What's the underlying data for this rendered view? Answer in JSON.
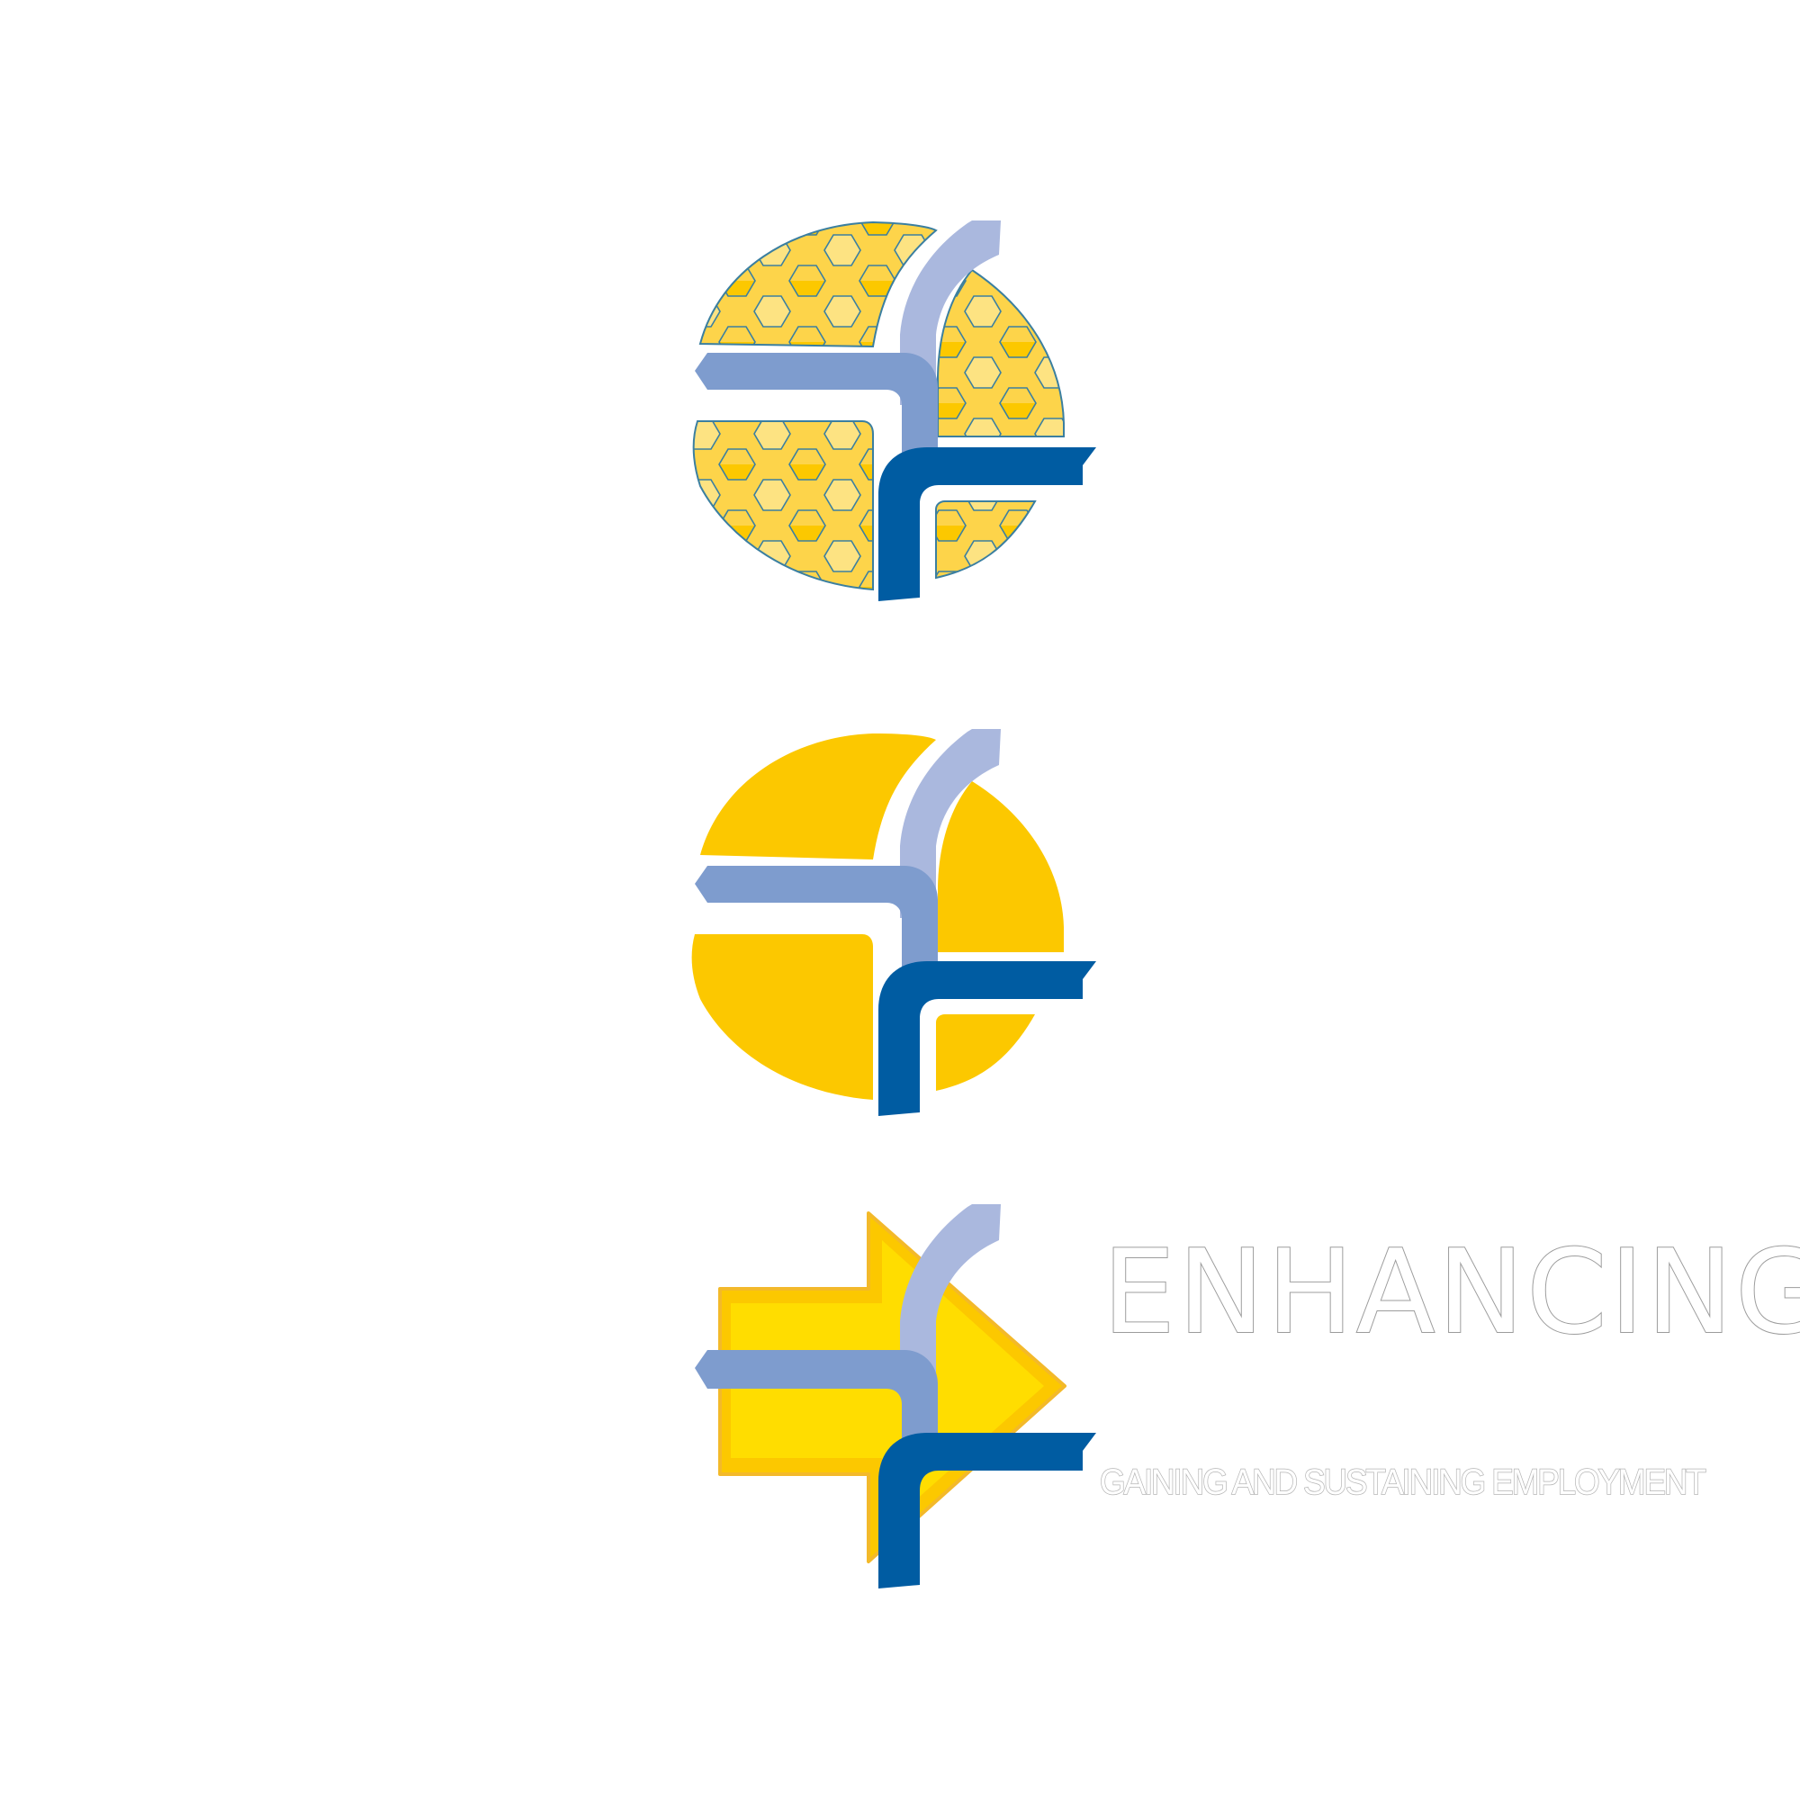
{
  "brand": {
    "title": "ENHANCING",
    "tagline": "GAINING AND SUSTAINING EMPLOYMENT"
  },
  "colors": {
    "yellow": "#fcc800",
    "yellow_light": "#fde382",
    "yellow_mid": "#fdd44a",
    "yellow_arrow_inner": "#ffdd00",
    "yellow_arrow_border": "#f3b92a",
    "blue_dark": "#005ca2",
    "blue_mid": "#7e9cce",
    "blue_light": "#aab8de",
    "cell_outline": "#3b7fa0",
    "text_outline": "#9c9c9c"
  },
  "logos": [
    {
      "name": "honeycomb-globe-logo"
    },
    {
      "name": "solid-globe-logo"
    },
    {
      "name": "arrow-logo"
    }
  ]
}
